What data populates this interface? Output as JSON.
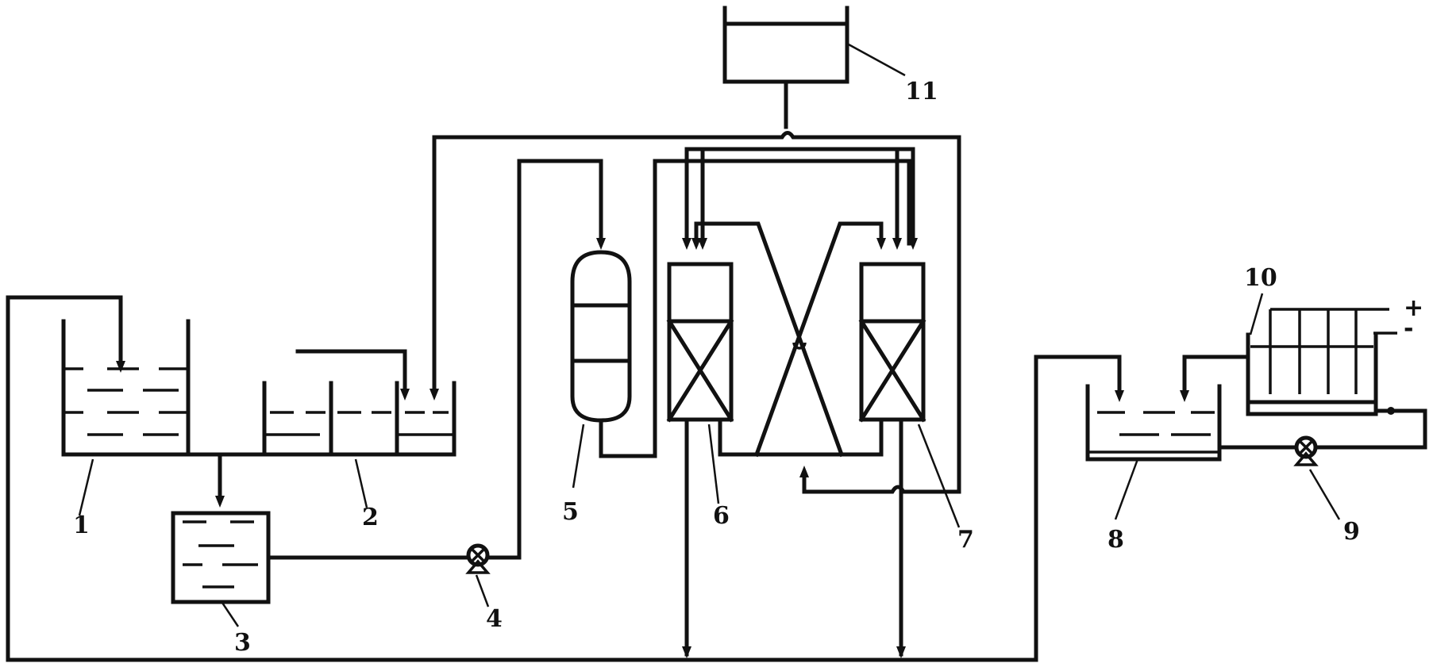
{
  "labels": {
    "l1": "1",
    "l2": "2",
    "l3": "3",
    "l4": "4",
    "l5": "5",
    "l6": "6",
    "l7": "7",
    "l8": "8",
    "l9": "9",
    "l10": "10",
    "l11": "11"
  },
  "polarity": {
    "plus": "+",
    "minus": "-"
  }
}
